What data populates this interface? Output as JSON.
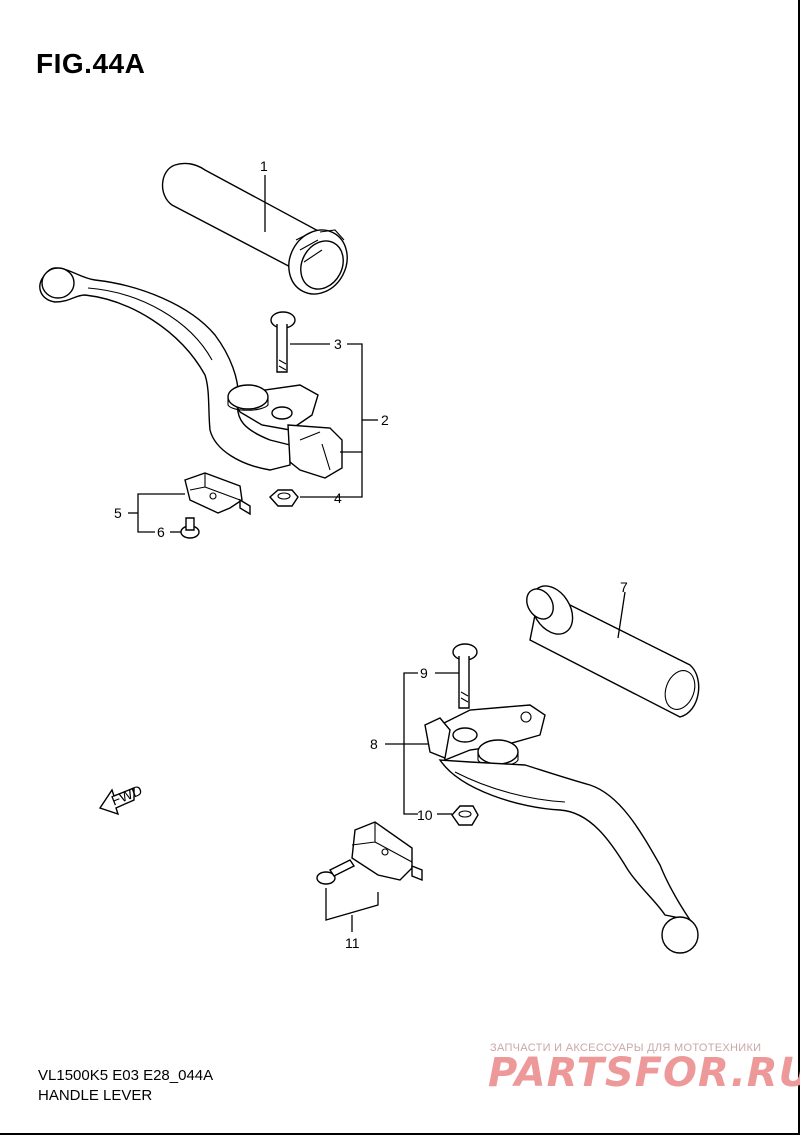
{
  "figure": {
    "title": "FIG.44A",
    "model_code": "VL1500K5 E03 E28_044A",
    "section_name": "HANDLE LEVER"
  },
  "callouts": [
    "1",
    "2",
    "3",
    "4",
    "5",
    "6",
    "7",
    "8",
    "9",
    "10",
    "11"
  ],
  "direction_marker": "FWD",
  "watermark": {
    "caption": "ЗАПЧАСТИ И АКСЕССУАРЫ ДЛЯ МОТОТЕХНИКИ",
    "logo": "PARTSFOR.RU",
    "color": "#e99999"
  }
}
